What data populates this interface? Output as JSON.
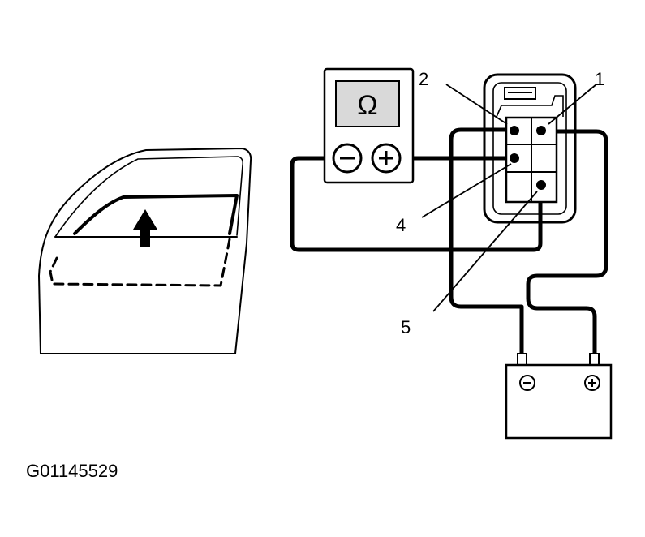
{
  "meter": {
    "symbol": "Ω",
    "minus_label": "−",
    "plus_label": "+"
  },
  "battery": {
    "minus_label": "−",
    "plus_label": "+"
  },
  "callouts": {
    "c1": "1",
    "c2": "2",
    "c4": "4",
    "c5": "5"
  },
  "figure_ref": "G01145529",
  "window_motion": "up-arrow",
  "colors": {
    "ink": "#000000",
    "panel": "#d9d9d9",
    "background": "#ffffff"
  }
}
